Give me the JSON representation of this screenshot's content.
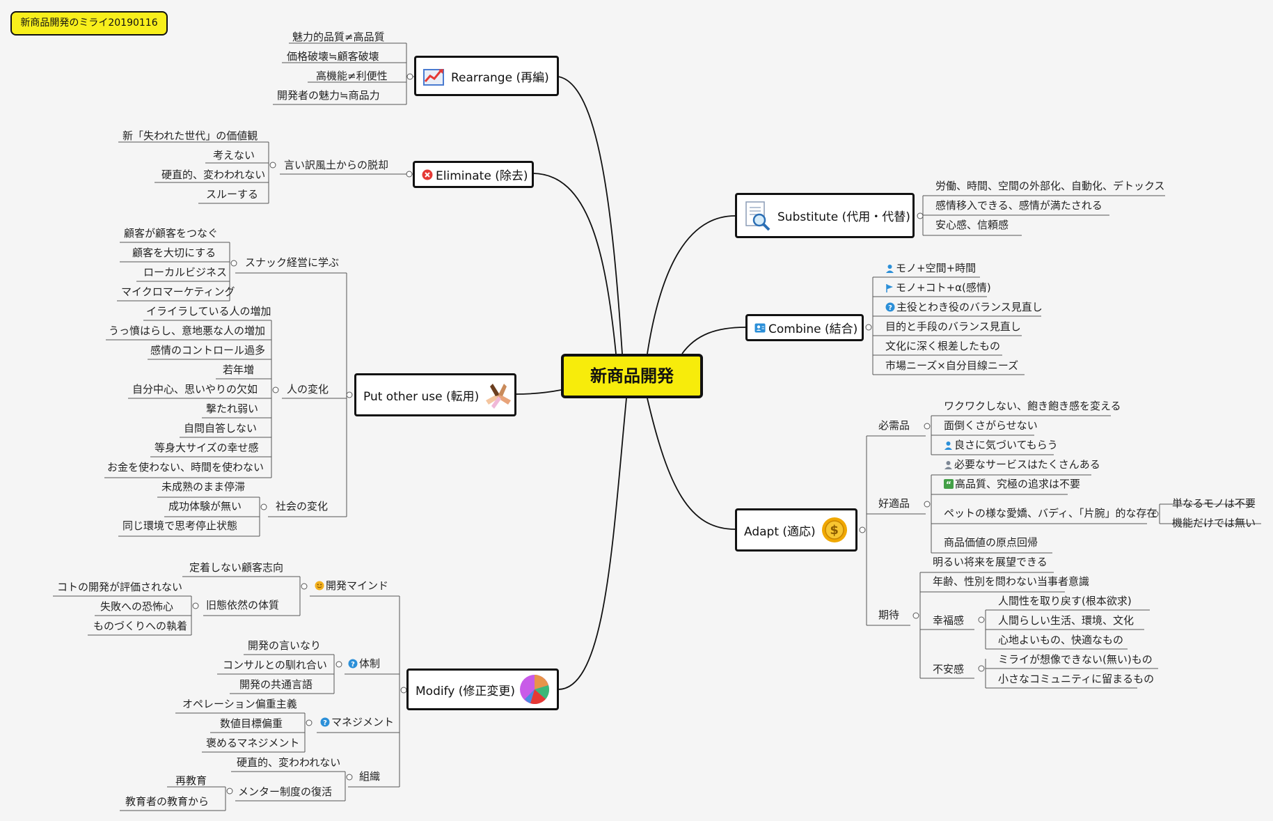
{
  "title_tag": "新商品開発のミライ20190116",
  "central_topic": "新商品開発",
  "branches": {
    "rearrange": {
      "label": "Rearrange (再編)",
      "icon": "chart-growth-icon",
      "items": [
        "魅力的品質≠高品質",
        "価格破壊≒顧客破壊",
        "高機能≠利便性",
        "開発者の魅力≒商品力"
      ]
    },
    "eliminate": {
      "label": "Eliminate (除去)",
      "icon": "red-x-circle-icon",
      "sub": "言い訳風土からの脱却",
      "items": [
        "新「失われた世代」の価値観",
        "考えない",
        "硬直的、変わわれない",
        "スルーする"
      ]
    },
    "put_other_use": {
      "label": "Put other use (転用)",
      "icon": "stacked-hands-icon",
      "groups": [
        {
          "label": "スナック経営に学ぶ",
          "items": [
            "顧客が顧客をつなぐ",
            "顧客を大切にする",
            "ローカルビジネス",
            "マイクロマーケティング"
          ]
        },
        {
          "label": "人の変化",
          "items": [
            "イライラしている人の増加",
            "うっ憤はらし、意地悪な人の増加",
            "感情のコントロール過多",
            "若年増",
            "自分中心、思いやりの欠如",
            "撃たれ弱い",
            "自問自答しない",
            "等身大サイズの幸せ感",
            "お金を使わない、時間を使わない"
          ]
        },
        {
          "label": "社会の変化",
          "items": [
            "未成熟のまま停滞",
            "成功体験が無い",
            "同じ環境で思考停止状態"
          ]
        }
      ]
    },
    "modify": {
      "label": "Modify (修正変更)",
      "icon": "pie-chart-icon",
      "groups": [
        {
          "label": "開発マインド",
          "icon": "smiley-icon",
          "items": [
            "定着しない顧客志向"
          ],
          "sub": {
            "label": "旧態依然の体質",
            "items": [
              "コトの開発が評価されない",
              "失敗への恐怖心",
              "ものづくりへの執着"
            ]
          }
        },
        {
          "label": "体制",
          "icon": "question-icon",
          "items": [
            "開発の言いなり",
            "コンサルとの馴れ合い",
            "開発の共通言語"
          ]
        },
        {
          "label": "マネジメント",
          "icon": "question-icon",
          "items": [
            "オペレーション偏重主義",
            "数値目標偏重",
            "褒めるマネジメント"
          ]
        },
        {
          "label": "組織",
          "items": [
            "硬直的、変わわれない"
          ],
          "sub": {
            "label": "メンター制度の復活",
            "items": [
              "再教育",
              "教育者の教育から"
            ]
          }
        }
      ]
    },
    "substitute": {
      "label": "Substitute (代用・代替)",
      "icon": "document-magnifier-icon",
      "items": [
        "労働、時間、空間の外部化、自動化、デトックス",
        "感情移入できる、感情が満たされる",
        "安心感、信頼感"
      ]
    },
    "combine": {
      "label": "Combine (結合)",
      "icon": "contact-card-icon",
      "items": [
        {
          "text": "モノ+空間+時間",
          "icon": "person-icon"
        },
        {
          "text": "モノ+コト+α(感情)",
          "icon": "flag-icon"
        },
        {
          "text": "主役とわき役のバランス見直し",
          "icon": "question-icon"
        },
        {
          "text": "目的と手段のバランス見直し"
        },
        {
          "text": "文化に深く根差したもの"
        },
        {
          "text": "市場ニーズ×自分目線ニーズ"
        }
      ]
    },
    "adapt": {
      "label": "Adapt (適応)",
      "icon": "gold-coin-icon",
      "coin_symbol": "$",
      "groups": [
        {
          "label": "必需品",
          "items": [
            {
              "text": "ワクワクしない、飽き飽き感を変える"
            },
            {
              "text": "面倒くさがらせない"
            },
            {
              "text": "良さに気づいてもらう",
              "icon": "person-icon"
            }
          ]
        },
        {
          "label": "好適品",
          "items": [
            {
              "text": "必要なサービスはたくさんある",
              "icon": "person-gray-icon"
            },
            {
              "text": "高品質、究極の追求は不要",
              "icon": "quote-icon"
            },
            {
              "text": "ペットの様な愛嬌、バディ、「片腕」的な存在",
              "subs": [
                "単なるモノは不要",
                "機能だけでは無い"
              ]
            },
            {
              "text": "商品価値の原点回帰"
            }
          ]
        },
        {
          "label": "期待",
          "items": [
            {
              "text": "明るい将来を展望できる"
            },
            {
              "text": "年齢、性別を問わない当事者意識"
            },
            {
              "text": "幸福感",
              "subs": [
                "人間性を取り戻す(根本欲求)",
                "人間らしい生活、環境、文化",
                "心地よいもの、快適なもの"
              ]
            },
            {
              "text": "不安感",
              "subs": [
                "ミライが想像できない(無い)もの",
                "小さなコミュニティに留まるもの"
              ]
            }
          ]
        }
      ]
    }
  },
  "colors": {
    "central_fill": "#f7ec0b",
    "title_fill": "#f8ef1c",
    "line": "#111111",
    "leaf_line": "#555555",
    "accent_blue": "#2b8fd8",
    "accent_red": "#e53935",
    "accent_green": "#43a047",
    "coin_gold": "#f0a800"
  }
}
